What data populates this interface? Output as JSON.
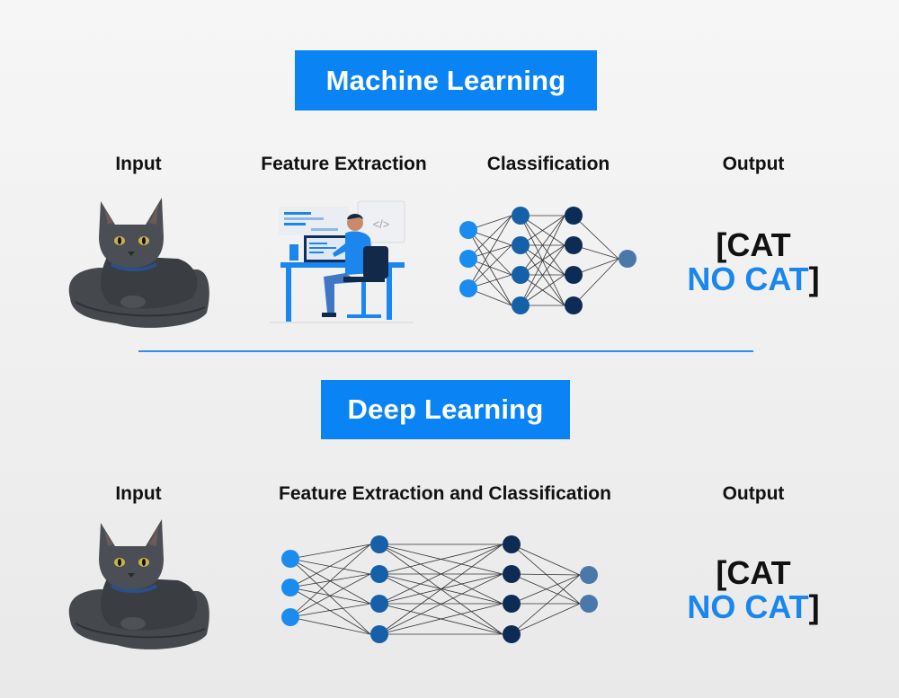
{
  "machine_learning": {
    "title": "Machine Learning",
    "labels": {
      "input": "Input",
      "feature_extraction": "Feature Extraction",
      "classification": "Classification",
      "output": "Output"
    },
    "output_bracket_open": "[",
    "output_cat": "CAT",
    "output_no_cat": "NO CAT",
    "output_bracket_close": "]",
    "laptop_code_glyph": "</>",
    "network_layers": [
      3,
      4,
      4,
      1
    ]
  },
  "deep_learning": {
    "title": "Deep Learning",
    "labels": {
      "input": "Input",
      "feature_and_classification": "Feature Extraction and Classification",
      "output": "Output"
    },
    "output_bracket_open": "[",
    "output_cat": "CAT",
    "output_no_cat": "NO CAT",
    "output_bracket_close": "]",
    "network_layers": [
      3,
      4,
      4,
      2
    ]
  },
  "colors": {
    "accent": "#0a84f5",
    "divider": "#2e8ef0",
    "node_input": "#1a8cf0",
    "node_hidden1": "#1560a8",
    "node_hidden2": "#0d2c55",
    "node_output": "#4a78a8"
  },
  "icons": [
    "cat-photo",
    "person-at-computer-illustration",
    "neural-network"
  ]
}
